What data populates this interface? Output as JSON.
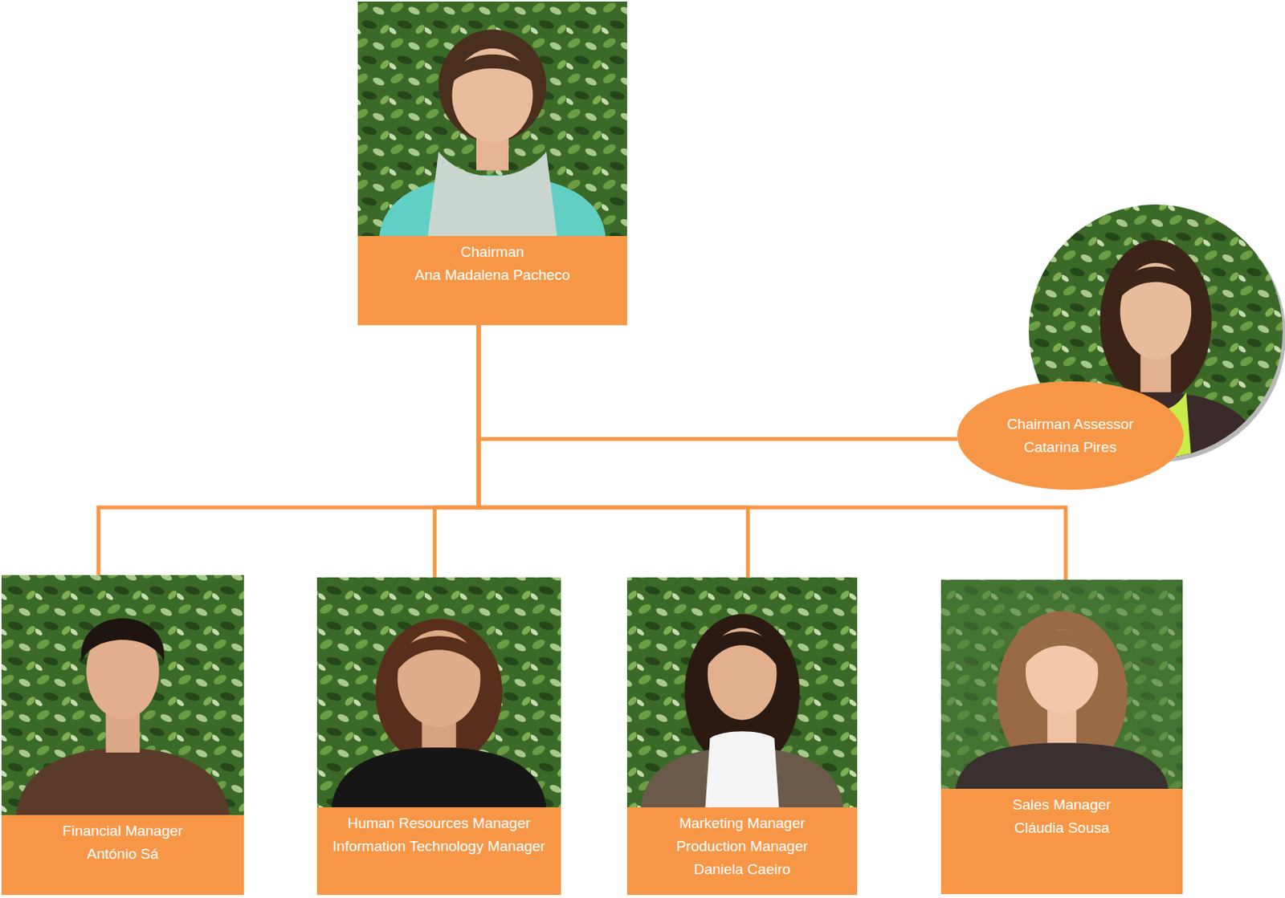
{
  "diagram": {
    "nodes": [
      {
        "text": [
          "Chairman",
          "Ana Madalena Pacheco"
        ]
      },
      {
        "text": [
          "Chairman Assessor",
          "Catarina Pires"
        ]
      },
      {
        "text": [
          "Financial Manager",
          "António Sá"
        ]
      },
      {
        "text": [
          "Human Resources Manager",
          "Information Technology Manager"
        ]
      },
      {
        "text": [
          "Marketing Manager",
          "Production Manager",
          "Daniela Caeiro"
        ]
      },
      {
        "text": [
          "Sales Manager",
          "Cláudia Sousa"
        ]
      }
    ],
    "edges": [
      {
        "from": 0,
        "to": 1,
        "arrow": "none"
      },
      {
        "from": 0,
        "to": 2,
        "arrow": "none"
      },
      {
        "from": 0,
        "to": 3,
        "arrow": "none"
      },
      {
        "from": 0,
        "to": 4,
        "arrow": "none"
      },
      {
        "from": 0,
        "to": 5,
        "arrow": "none"
      }
    ]
  }
}
